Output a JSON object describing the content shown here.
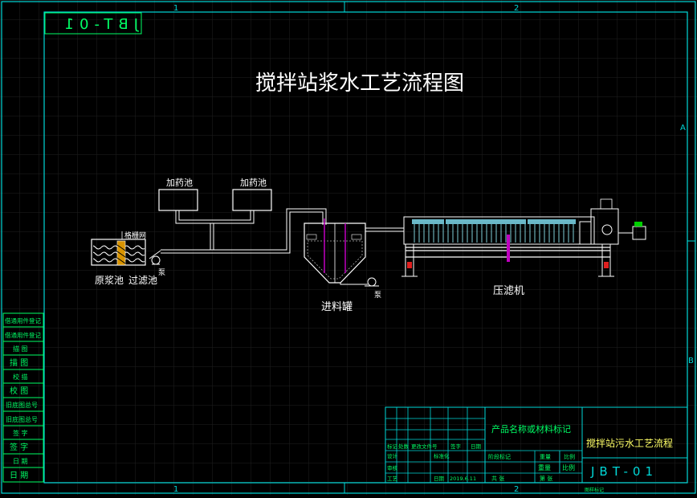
{
  "title": "搅拌站浆水工艺流程图",
  "drawing_no_top": "JBT-01",
  "drawing_no_bottom": "JBT-01",
  "border": {
    "col_marks": [
      "1",
      "2"
    ],
    "row_marks": [
      "A",
      "B"
    ]
  },
  "labels": {
    "dosing_tank_1": "加药池",
    "dosing_tank_2": "加药池",
    "grating": "格栅网",
    "raw_pool": "原浆池",
    "filter_pool": "过滤池",
    "pump_1": "泵",
    "pump_2": "泵",
    "feed_tank": "进料罐",
    "filter_press": "压滤机"
  },
  "left_strip": [
    "借通用件登记",
    "借通用件登记",
    "描 图",
    "描 图",
    "校 描",
    "校 图",
    "旧底图总号",
    "旧底图总号",
    "签 字",
    "签 字",
    "日 期",
    "日 期"
  ],
  "title_block": {
    "product_name": "产品名称或材料标记",
    "drawing_title": "搅拌站污水工艺流程",
    "rows": [
      [
        "标记",
        "处数",
        "更改文件号",
        "签字",
        "日期"
      ],
      [
        "设计",
        "",
        "标准化",
        "",
        ""
      ],
      [
        "审核",
        "",
        "",
        "",
        ""
      ],
      [
        "工艺",
        "",
        "日期",
        "2019.6.11",
        ""
      ]
    ],
    "stage_row": [
      "阶段标记",
      "重量",
      "比例"
    ],
    "weight": "重量",
    "scale": "比例",
    "sheet_left": "共 张",
    "sheet_right": "第 张",
    "bottom_note": "图样标记"
  }
}
